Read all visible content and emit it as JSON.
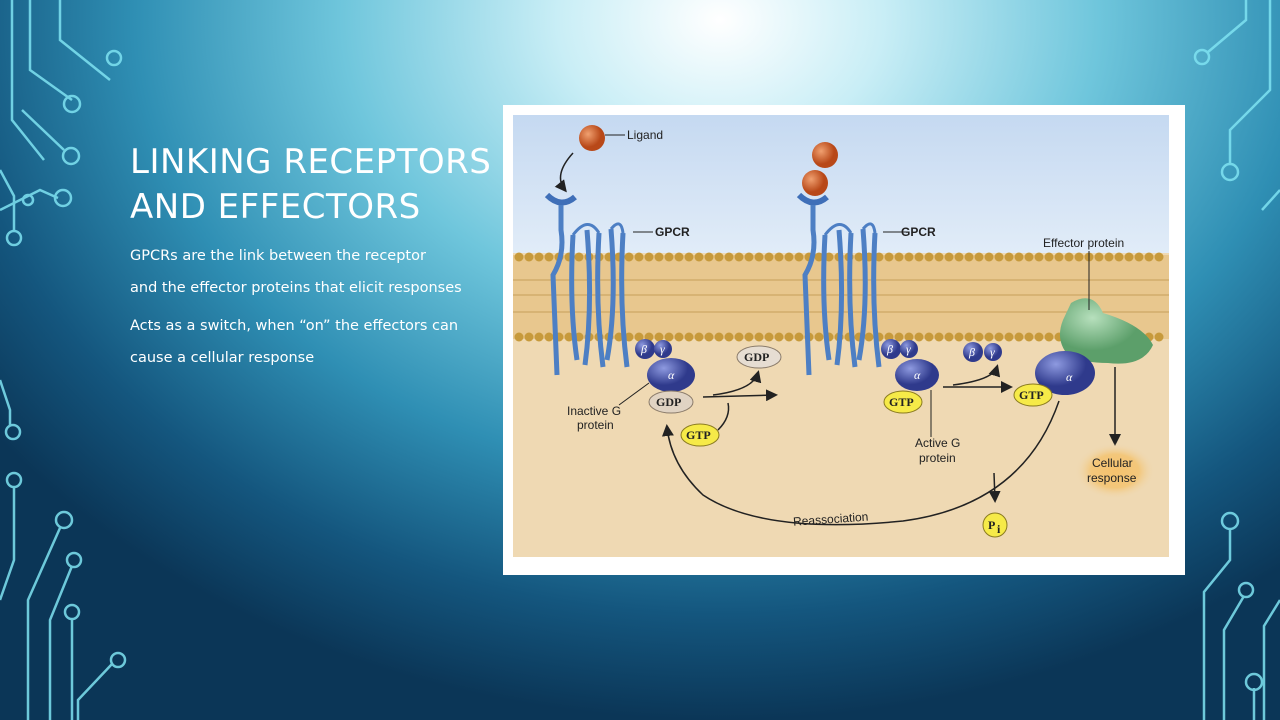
{
  "slide": {
    "title_line1": "LINKING RECEPTORS",
    "title_line2": "AND EFFECTORS",
    "bullets": [
      {
        "line1": "GPCRs are the link between the receptor",
        "line2": "and the effector proteins that elicit responses"
      },
      {
        "line1": "Acts as a switch, when “on” the effectors can",
        "line2": "cause a cellular response"
      }
    ]
  },
  "figure": {
    "labels": {
      "ligand": "Ligand",
      "gpcr": "GPCR",
      "effector_protein": "Effector protein",
      "inactive_g_line1": "Inactive G",
      "inactive_g_line2": "protein",
      "active_g_line1": "Active G",
      "active_g_line2": "protein",
      "cellular_line1": "Cellular",
      "cellular_line2": "response",
      "reassociation": "Reassociation",
      "gdp": "GDP",
      "gtp": "GTP",
      "pi": "P",
      "pi_sub": "i",
      "alpha": "α",
      "beta": "β",
      "gamma": "γ"
    },
    "colors": {
      "sky": "#cfe0f3",
      "cytoplasm": "#efd9b3",
      "helix": "#4d7fc4",
      "g_protein": "#4450a6",
      "effector": "#7fbf8a",
      "ligand": "#cf5a28",
      "gtp": "#f6ea48",
      "response_glow": "#f3b85c"
    }
  }
}
